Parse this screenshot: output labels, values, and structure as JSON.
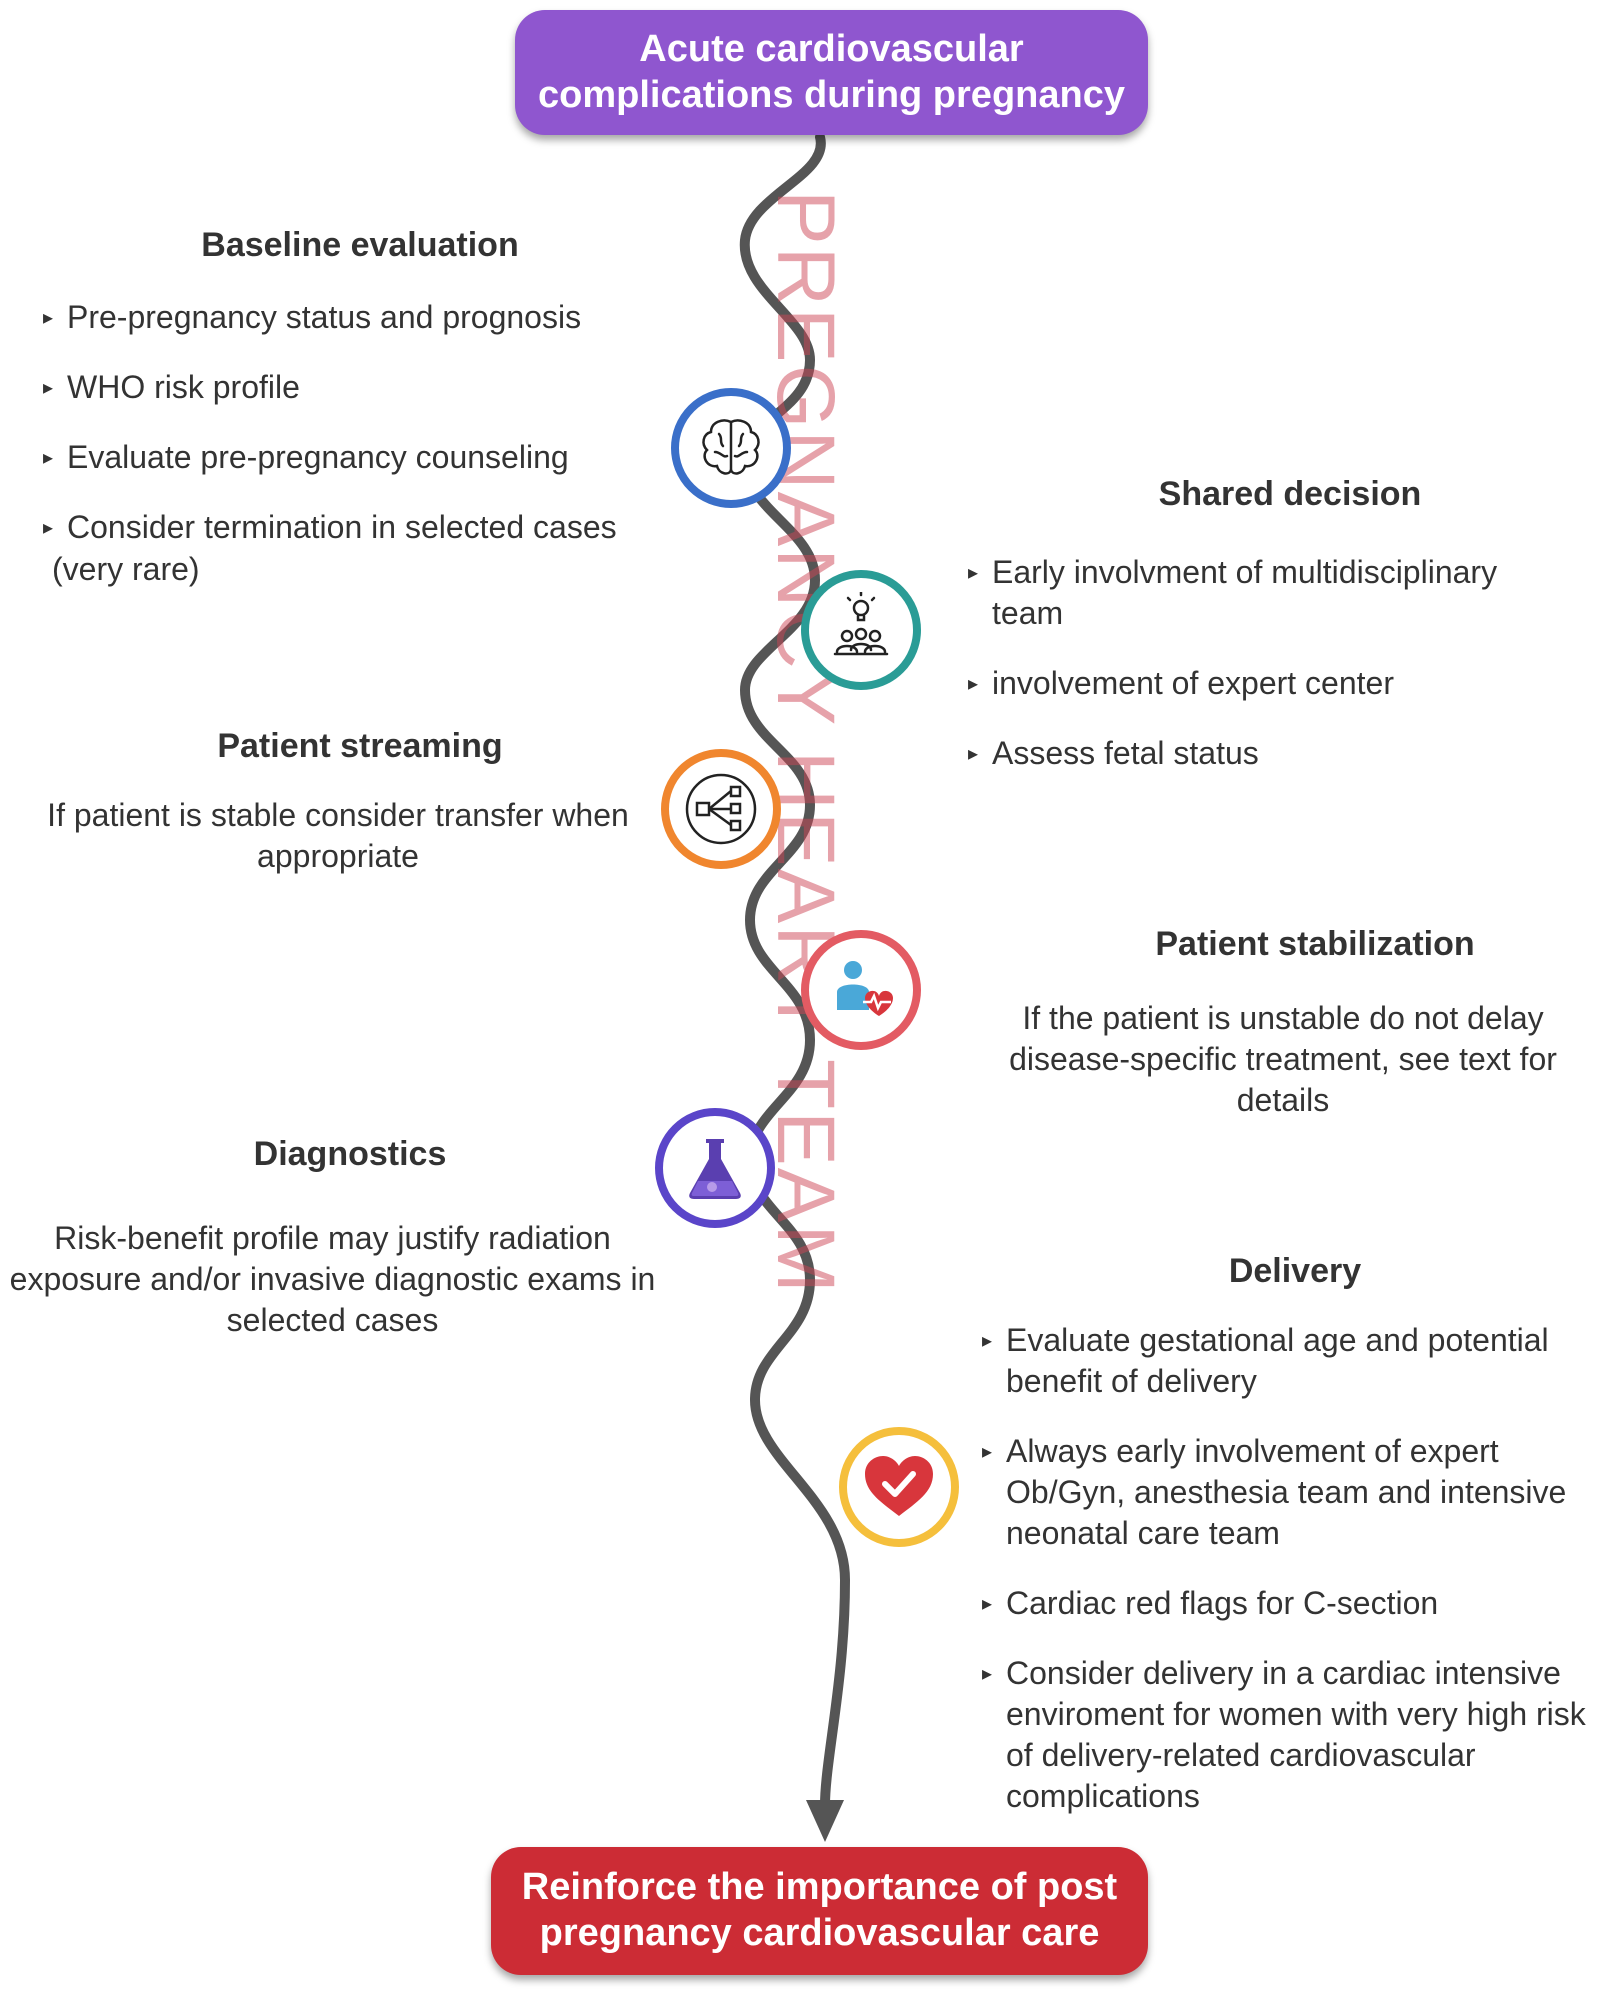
{
  "top_box": "Acute cardiovascular complications during pregnancy",
  "bottom_box": "Reinforce the importance of post pregnancy cardiovascular care",
  "vertical_label": "PREGNANCY HEART TEAM",
  "colors": {
    "top_box": "#8f56cf",
    "bottom_box": "#cc2c35",
    "baseline_icon": "#3a6fc9",
    "shared_icon": "#2a9c96",
    "streaming_icon": "#f0862e",
    "stabilization_icon": "#e35b63",
    "diagnostics_icon": "#5a45c9",
    "delivery_icon": "#f5bf3c"
  },
  "baseline": {
    "title": "Baseline evaluation",
    "icon": "brain-icon",
    "items": [
      "Pre-pregnancy status and prognosis",
      "WHO risk profile",
      "Evaluate pre-pregnancy counseling",
      "Consider termination in selected cases",
      "(very rare)"
    ]
  },
  "shared": {
    "title": "Shared decision",
    "icon": "team-idea-icon",
    "items": [
      "Early involvment of multidisciplinary team",
      "involvement of expert center",
      "Assess fetal status"
    ]
  },
  "streaming": {
    "title": "Patient streaming",
    "icon": "workflow-icon",
    "text": "If patient is stable consider transfer when appropriate"
  },
  "stabilization": {
    "title": "Patient stabilization",
    "icon": "patient-heart-icon",
    "text": "If the patient is unstable do not delay disease-specific treatment, see text for details"
  },
  "diagnostics": {
    "title": "Diagnostics",
    "icon": "flask-icon",
    "text": "Risk-benefit profile may justify radiation exposure and/or invasive diagnostic exams in selected cases"
  },
  "delivery": {
    "title": "Delivery",
    "icon": "heart-check-icon",
    "items": [
      "Evaluate gestational age and potential benefit of delivery",
      "Always early involvement of expert Ob/Gyn, anesthesia team and intensive neonatal care team",
      "Cardiac red flags for C-section",
      "Consider delivery in a cardiac intensive enviroment for women with very high risk of delivery-related cardiovascular complications"
    ]
  }
}
